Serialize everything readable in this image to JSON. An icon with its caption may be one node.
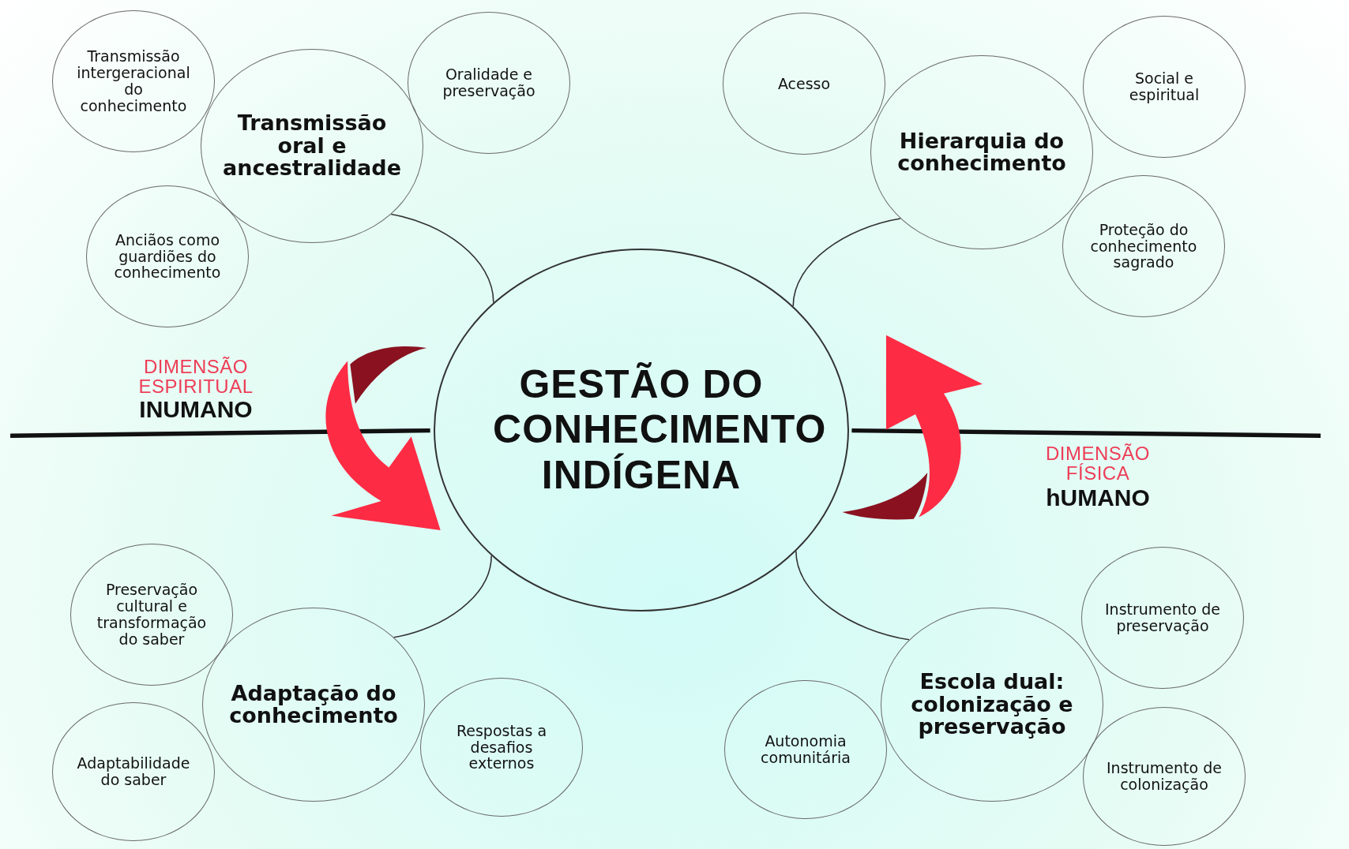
{
  "diagram": {
    "nodes": [
      {
        "text": [
          "GESTÃO DO CONHECIMENTO INDÍGENA"
        ]
      },
      {
        "text": [
          "Transmissão oral e ancestralidade"
        ]
      },
      {
        "text": [
          "Transmissão intergeracional do conhecimento"
        ]
      },
      {
        "text": [
          "Oralidade e preservação"
        ]
      },
      {
        "text": [
          "Anciãos como guardiões do conhecimento"
        ]
      },
      {
        "text": [
          "Acesso"
        ]
      },
      {
        "text": [
          "Hierarquia do conhecimento"
        ]
      },
      {
        "text": [
          "Social e espiritual"
        ]
      },
      {
        "text": [
          "Proteção do conhecimento sagrado"
        ]
      },
      {
        "text": [
          "Preservação cultural e transformação do saber"
        ]
      },
      {
        "text": [
          "Adaptação do conhecimento"
        ]
      },
      {
        "text": [
          "Respostas a desafios externos"
        ]
      },
      {
        "text": [
          "Adaptabilidade do saber"
        ]
      },
      {
        "text": [
          "Instrumento de preservação"
        ]
      },
      {
        "text": [
          "Autonomia comunitária"
        ]
      },
      {
        "text": [
          "Escola dual: colonização e preservação"
        ]
      },
      {
        "text": [
          "Instrumento de colonização"
        ]
      }
    ],
    "edges": [
      {
        "from": 0,
        "to": 1,
        "arrow": "none"
      },
      {
        "from": 0,
        "to": 6,
        "arrow": "none"
      },
      {
        "from": 0,
        "to": 10,
        "arrow": "none"
      },
      {
        "from": 0,
        "to": 15,
        "arrow": "none"
      }
    ],
    "labels": [
      "DIMENSÃO ESPIRITUAL",
      "INUMANO",
      "DIMENSÃO FÍSICA",
      "hUMANO"
    ]
  }
}
